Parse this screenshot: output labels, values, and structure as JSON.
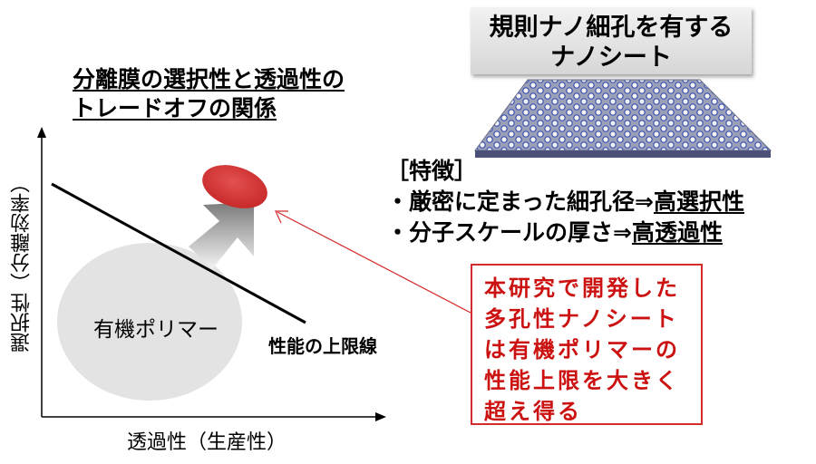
{
  "heading": {
    "line1": "分離膜の選択性と透過性の",
    "line2": "トレードオフの関係"
  },
  "sheet_title": {
    "line1": "規則ナノ細孔を有する",
    "line2": "ナノシート"
  },
  "features": {
    "title": "［特徴］",
    "item1_prefix": "・厳密に定まった細孔径⇒",
    "item1_emph": "高選択性",
    "item2_prefix": "・分子スケールの厚さ⇒",
    "item2_emph": "高透過性"
  },
  "plot": {
    "y_axis_label": "選択性（分離効率）",
    "x_axis_label": "透過性（生産性）",
    "organic_polymer_label": "有機ポリマー",
    "upper_limit_label": "性能の上限線"
  },
  "callout": {
    "lines": [
      "本研究で開発した",
      "多孔性ナノシート",
      "は有機ポリマーの",
      "性能上限を大きく",
      "超え得る"
    ]
  },
  "colors": {
    "accent_red": "#cc1111",
    "ellipse_red": "#d43a3a",
    "blob_gray": "#e3e3e3",
    "sheet_blue": "#3a4fb5"
  }
}
